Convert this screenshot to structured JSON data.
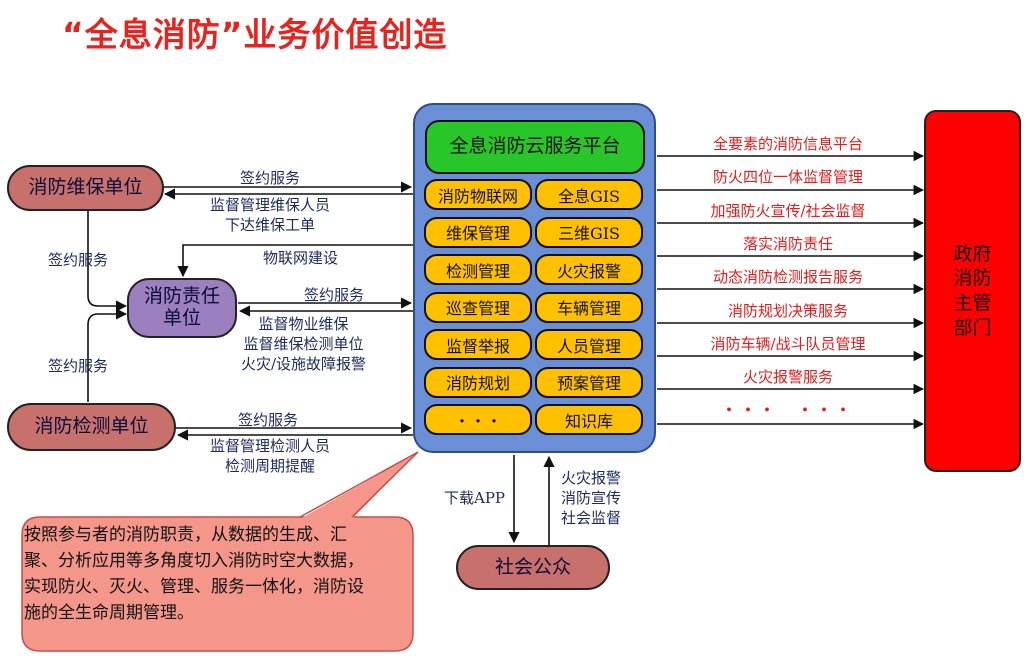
{
  "title": "“全息消防”业务价值创造",
  "platform": {
    "header": "全息消防云服务平台",
    "modules": [
      "消防物联网",
      "全息GIS",
      "维保管理",
      "三维GIS",
      "检测管理",
      "火灾报警",
      "巡查管理",
      "车辆管理",
      "监督举报",
      "人员管理",
      "消防规划",
      "预案管理",
      "・・・",
      "知识库"
    ]
  },
  "nodes": {
    "maintenance_unit": "消防维保单位",
    "responsibility_unit": "消防责任单位",
    "testing_unit": "消防检测单位",
    "public": "社会公众",
    "government": "政府消防主管部门"
  },
  "links": {
    "maintenance_top": "签约服务",
    "maintenance_bottom": [
      "监督管理维保人员",
      "下达维保工单"
    ],
    "iot_build": "物联网建设",
    "responsibility_top": "签约服务",
    "responsibility_bottom": [
      "监督物业维保",
      "监督维保检测单位",
      "火灾/设施故障报警"
    ],
    "testing_top": "签约服务",
    "testing_bottom": [
      "监督管理检测人员",
      "检测周期提醒"
    ],
    "left_vertical_upper": "签约服务",
    "left_vertical_lower": "签约服务",
    "download_app": "下载APP",
    "public_up": [
      "火灾报警",
      "消防宣传",
      "社会监督"
    ]
  },
  "gov_services": [
    "全要素的消防信息平台",
    "防火四位一体监督管理",
    "加强防火宣传/社会监督",
    "落实消防责任",
    "动态消防检测报告服务",
    "消防规划决策服务",
    "消防车辆/战斗队员管理",
    "火灾报警服务",
    "・・・　・・・"
  ],
  "callout": "按照参与者的消防职责，从数据的生成、汇聚、分析应用等多角度切入消防时空大数据，实现防火、灭火、管理、服务一体化，消防设施的全生命周期管理。",
  "colors": {
    "title": "#e8231d",
    "pill": "#c8706c",
    "responsibility": "#9b7fbf",
    "platform": "#6b8fd6",
    "header": "#28c628",
    "module": "#ffc000",
    "government": "#ff0000",
    "callout": "#f4978a",
    "service_text": "#e61b1b"
  }
}
